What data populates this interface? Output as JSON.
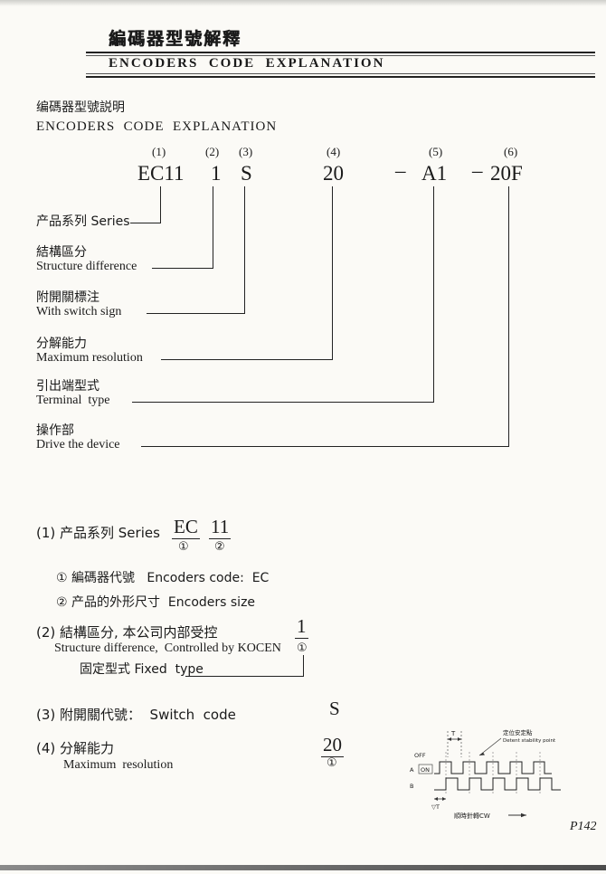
{
  "page": {
    "number": "P142"
  },
  "header": {
    "title": "編碼器型號解釋",
    "banner": "ENCODERS  CODE  EXPLANATION"
  },
  "intro": {
    "zh": "编碼器型號説明",
    "en": "ENCODERS  CODE  EXPLANATION"
  },
  "code": {
    "positions": [
      "(1)",
      "(2)",
      "(3)",
      "(4)",
      "(5)",
      "(6)"
    ],
    "seg1": "EC11",
    "seg2": "1",
    "seg3": "S",
    "seg4": "20",
    "dash1": "–",
    "seg5": "A1",
    "dash2": "–",
    "seg6": "20F"
  },
  "labels": {
    "l1_zh": "产品系列 Series",
    "l2_zh": "結構區分",
    "l2_en": "Structure difference",
    "l3_zh": "附開關標注",
    "l3_en": "With switch sign",
    "l4_zh": "分解能力",
    "l4_en": "Maximum resolution",
    "l5_zh": "引出端型式",
    "l5_en": "Terminal  type",
    "l6_zh": "操作部",
    "l6_en": "Drive the device"
  },
  "s1": {
    "title": "(1) 产品系列 Series",
    "code_a": "EC",
    "code_b": "11",
    "mark_a": "①",
    "mark_b": "②",
    "item1": "① 編碼器代號   Encoders code:  EC",
    "item2": "② 产品的外形尺寸  Encoders size"
  },
  "s2": {
    "title_zh": "(2) 結構區分, 本公司内部受控",
    "title_en": "Structure difference,  Controlled by KOCEN",
    "value": "1",
    "mark": "①",
    "item": "固定型式 Fixed  type"
  },
  "s3": {
    "title": "(3) 附開關代號：  Switch  code",
    "value": "S"
  },
  "s4": {
    "title_zh": "(4) 分解能力",
    "title_en": "Maximum  resolution",
    "value": "20",
    "mark": "①"
  },
  "waveform": {
    "detent_zh": "定位安定點",
    "detent_en": "Detent stability point",
    "t": "T",
    "off": "OFF",
    "on": "ON",
    "a": "A",
    "b": "B",
    "dt": "▽T",
    "cw": "順時針轉CW"
  }
}
